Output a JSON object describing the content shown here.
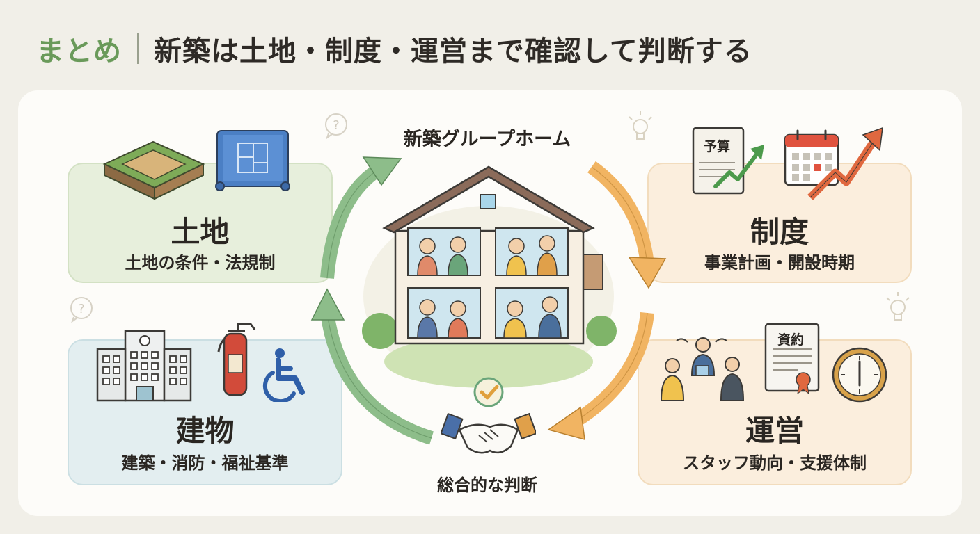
{
  "header": {
    "label": "まとめ",
    "title": "新築は土地・制度・運営まで確認して判断する"
  },
  "center": {
    "title": "新築グループホーム",
    "bottom_label": "総合的な判断"
  },
  "cards": {
    "land": {
      "title": "土地",
      "subtitle": "土地の条件・法規制"
    },
    "building": {
      "title": "建物",
      "subtitle": "建築・消防・福祉基準"
    },
    "system": {
      "title": "制度",
      "subtitle": "事業計画・開設時期",
      "doc_label": "予算"
    },
    "operation": {
      "title": "運営",
      "subtitle": "スタッフ動向・支援体制",
      "doc_label": "資約"
    }
  },
  "colors": {
    "accent_green": "#6a9a5a",
    "cycle_green": "#8dbd8a",
    "cycle_orange": "#f1b462",
    "card_green": "#e7efdc",
    "card_blue": "#e3eef0",
    "card_orange": "#fbeedd"
  }
}
